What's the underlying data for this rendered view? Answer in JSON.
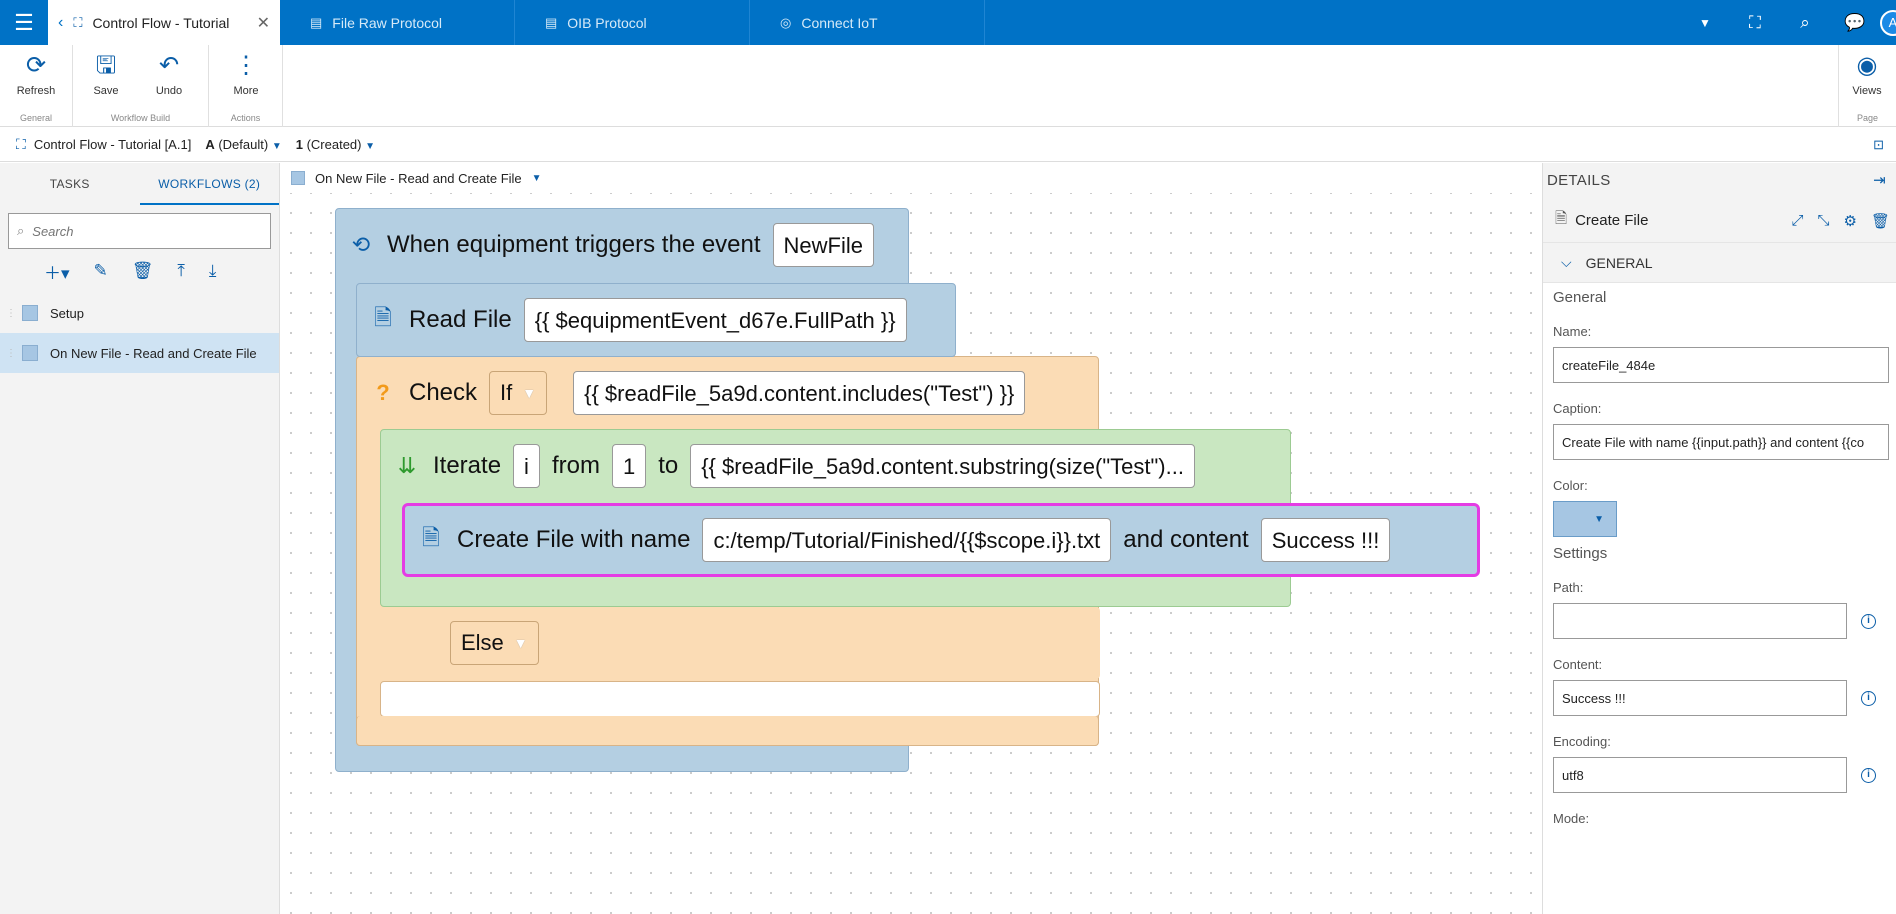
{
  "topbar": {
    "tabs": [
      {
        "label": "Control Flow - Tutorial",
        "active": true
      },
      {
        "label": "File Raw Protocol"
      },
      {
        "label": "OIB Protocol"
      },
      {
        "label": "Connect IoT"
      }
    ],
    "avatar": "A"
  },
  "ribbon": {
    "groups": [
      {
        "label": "General",
        "buttons": [
          "Refresh"
        ]
      },
      {
        "label": "Workflow Build",
        "buttons": [
          "Save",
          "Undo"
        ]
      },
      {
        "label": "Actions",
        "buttons": [
          "More"
        ]
      },
      {
        "label": "Page",
        "buttons": [
          "Views"
        ]
      }
    ]
  },
  "crumb": {
    "title": "Control Flow - Tutorial [A.1]",
    "version": "A",
    "version_note": "(Default)",
    "revision": "1",
    "revision_note": "(Created)"
  },
  "leftpanel": {
    "tabs": [
      "TASKS",
      "WORKFLOWS (2)"
    ],
    "search_placeholder": "Search",
    "workflows": [
      "Setup",
      "On New File - Read and Create File"
    ]
  },
  "canvas": {
    "workflow_name": "On New File - Read and Create File",
    "event": {
      "label": "When equipment triggers the event",
      "value": "NewFile"
    },
    "read": {
      "label": "Read File",
      "value": "{{ $equipmentEvent_d67e.FullPath }}"
    },
    "check": {
      "label": "Check",
      "mode": "If",
      "value": "{{ $readFile_5a9d.content.includes(\"Test\") }}"
    },
    "iterate": {
      "label": "Iterate",
      "var": "i",
      "from_label": "from",
      "from": "1",
      "to_label": "to",
      "to": "{{ $readFile_5a9d.content.substring(size(\"Test\")..."
    },
    "create": {
      "label": "Create File with name",
      "name": "c:/temp/Tutorial/Finished/{{$scope.i}}.txt",
      "content_label": "and content",
      "content": "Success !!!"
    },
    "else": "Else"
  },
  "details": {
    "header": "DETAILS",
    "title": "Create File",
    "section": "GENERAL",
    "general_title": "General",
    "name_label": "Name:",
    "name": "createFile_484e",
    "caption_label": "Caption:",
    "caption": "Create File with name {{input.path}} and content {{co",
    "color_label": "Color:",
    "settings_title": "Settings",
    "path_label": "Path:",
    "path": "",
    "content_label": "Content:",
    "content": "Success !!!",
    "encoding_label": "Encoding:",
    "encoding": "utf8",
    "mode_label": "Mode:"
  },
  "colors": {
    "brand": "#0072c6",
    "selection": "#e43ce4",
    "check": "#fbdcb5",
    "iterate": "#c9e7c1",
    "task": "#b4cfe2"
  }
}
